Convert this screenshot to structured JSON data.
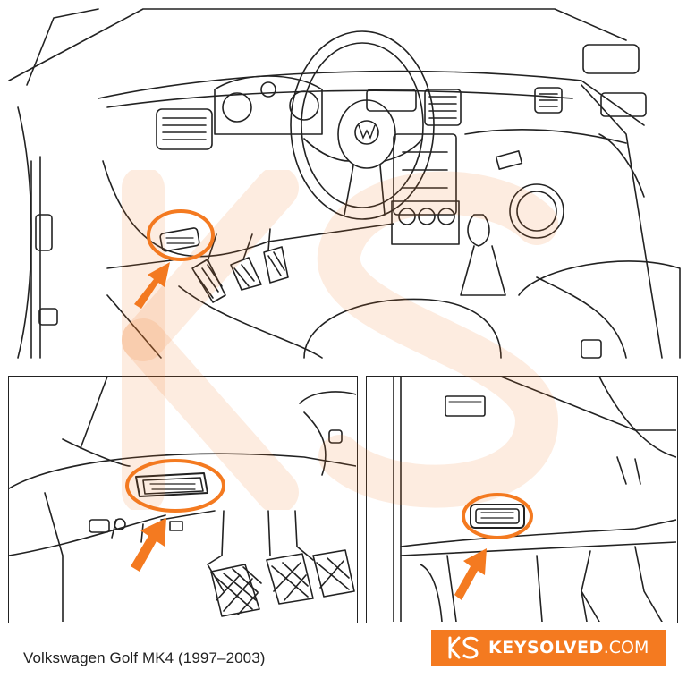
{
  "caption": "Volkswagen Golf MK4 (1997–2003)",
  "brand": {
    "name": "KEYSOLVED",
    "tld": ".COM",
    "logo_text": "KS",
    "color": "#f47a20"
  },
  "watermark": {
    "text": "KS"
  },
  "colors": {
    "accent": "#f47a20",
    "line": "#222222"
  },
  "icons": [
    "obd-port-icon",
    "arrow-icon",
    "vw-logo-icon"
  ]
}
